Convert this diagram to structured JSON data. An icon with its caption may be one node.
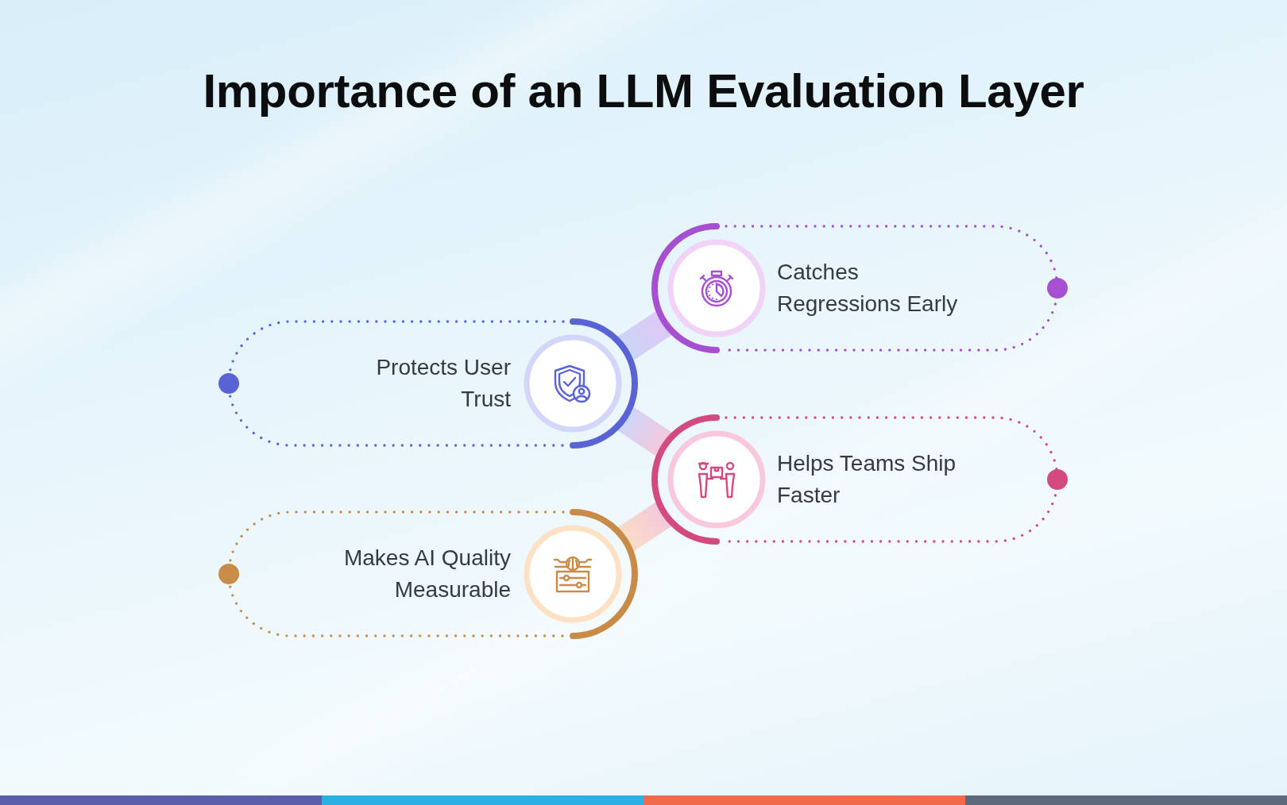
{
  "diagram": {
    "title": "Importance of an LLM Evaluation Layer",
    "nodes": [
      {
        "text": [
          "Catches Regressions Early"
        ]
      },
      {
        "text": [
          "Protects User Trust"
        ]
      },
      {
        "text": [
          "Helps Teams Ship Faster"
        ]
      },
      {
        "text": [
          "Makes AI Quality Measurable"
        ]
      }
    ],
    "edges": [
      {
        "from": 0,
        "to": 1,
        "arrow": "none"
      },
      {
        "from": 1,
        "to": 2,
        "arrow": "none"
      },
      {
        "from": 2,
        "to": 3,
        "arrow": "none"
      }
    ]
  }
}
